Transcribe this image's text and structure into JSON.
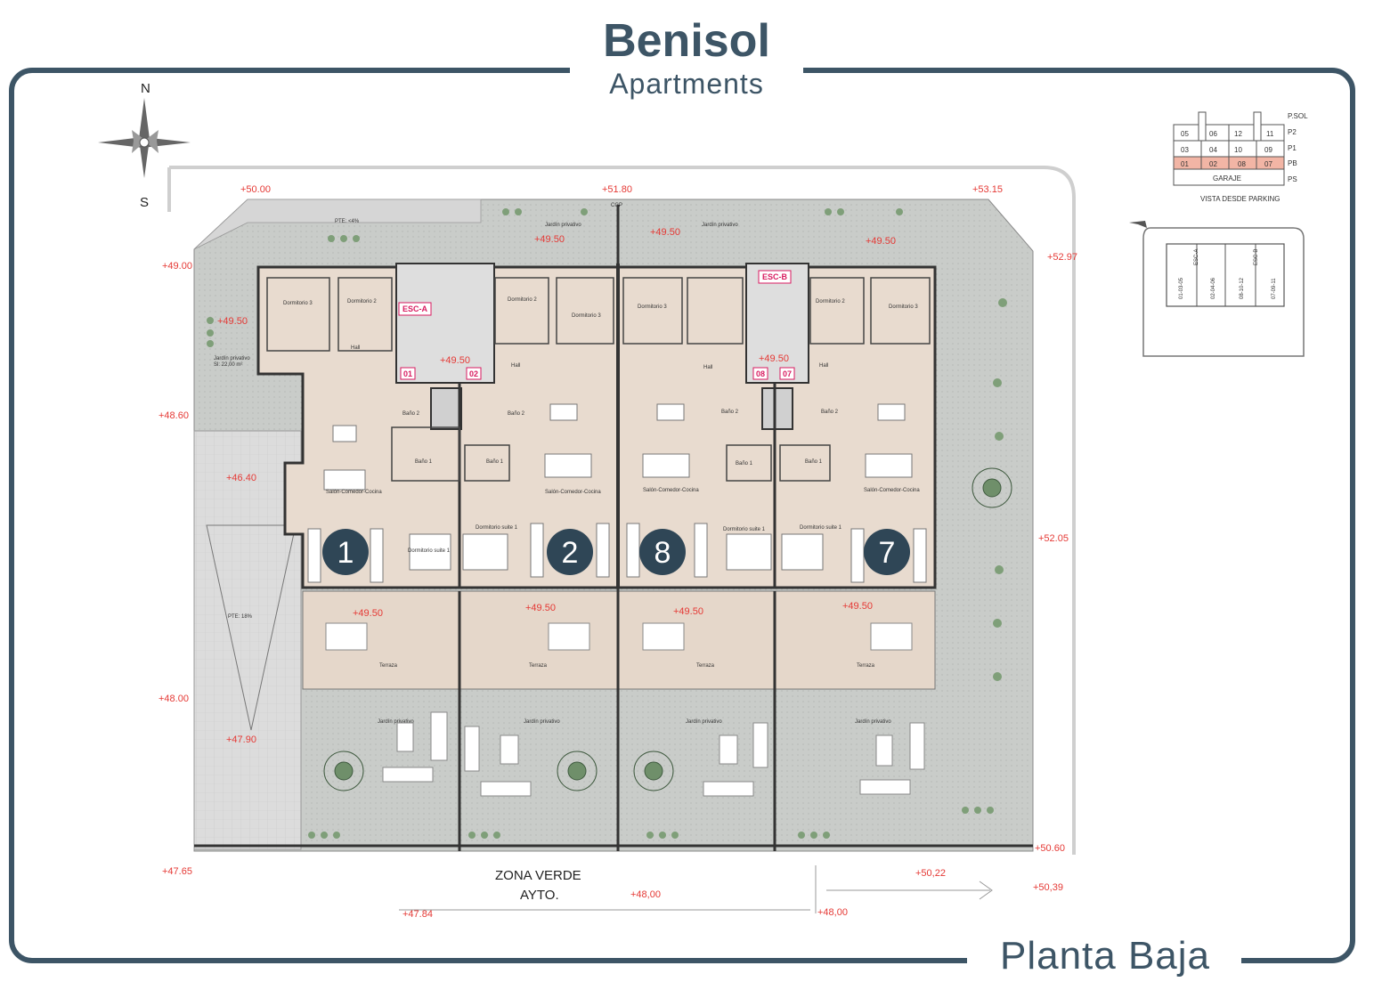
{
  "header": {
    "title": "Benisol",
    "subtitle": "Apartments"
  },
  "footer": {
    "plan_name": "Planta Baja"
  },
  "compass": {
    "north": "N",
    "south": "S"
  },
  "street_label": {
    "line1": "ZONA VERDE",
    "line2": "AYTO."
  },
  "annotations": {
    "slope_top": "PTE: <4%",
    "slope_ramp": "PTE: 18%",
    "cgp": "CGP"
  },
  "stairs": {
    "a": "ESC-A",
    "b": "ESC-B"
  },
  "doors": [
    "01",
    "02",
    "08",
    "07"
  ],
  "units": [
    "1",
    "2",
    "8",
    "7"
  ],
  "levels": {
    "l5000": "+50.00",
    "l5180": "+51.80",
    "l5315": "+53.15",
    "l4900": "+49.00",
    "l5297": "+52.97",
    "l4860": "+48.60",
    "l4640": "+46.40",
    "l5205": "+52.05",
    "l4800": "+48.00",
    "l4790": "+47.90",
    "l4765": "+47.65",
    "l5060": "+50.60",
    "l5022": "+50,22",
    "l5039": "+50,39",
    "l4800b": "+48,00",
    "l4800c": "+48,00",
    "l4784": "+47.84",
    "l4950": "+49.50"
  },
  "rooms": {
    "dorm3": "Dormitorio 3",
    "dorm2": "Dormitorio 2",
    "suite": "Dormitorio suite 1",
    "salon": "Salón-Comedor-Cocina",
    "hall": "Hall",
    "bano1": "Baño 1",
    "bano2": "Baño 2",
    "terraza": "Terraza",
    "jardin": "Jardín privativo",
    "jardin_area": "Jardín privativo",
    "jardin_area_sub": "Sl: 22,00 m²"
  },
  "keyplan": {
    "rows": [
      {
        "cells": [
          "05",
          "06",
          "12",
          "11"
        ],
        "tag": "P.SOL"
      },
      {
        "cells": [
          "",
          "",
          "",
          ""
        ],
        "tag": "P2"
      },
      {
        "cells": [
          "03",
          "04",
          "10",
          "09"
        ],
        "tag": "P1"
      },
      {
        "cells": [
          "01",
          "02",
          "08",
          "07"
        ],
        "tag": "PB"
      },
      {
        "cells": [
          "GARAJE"
        ],
        "tag": "PS"
      }
    ],
    "caption": "VISTA DESDE PARKING"
  },
  "siteplan": {
    "blocks": [
      "01-03-05",
      "ESC-A",
      "02-04-06",
      "08-10-12",
      "ESC-B",
      "07-09-11"
    ]
  },
  "colors": {
    "frame": "#3d5566",
    "garden": "#c9ccc9",
    "interior": "#e8dbcf",
    "terrace": "#e5d7ca",
    "unit_badge": "#2f4656",
    "level_text": "#e53935",
    "key_highlight": "#f2b5a5"
  }
}
